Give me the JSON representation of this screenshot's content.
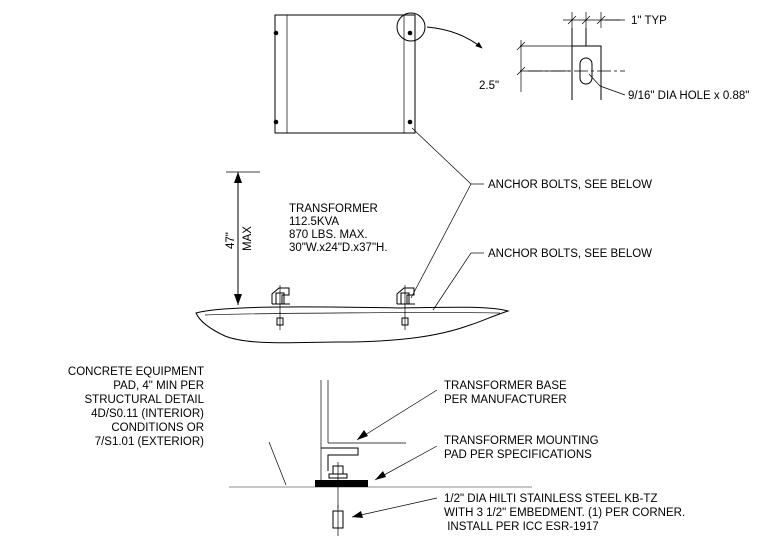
{
  "transformer": {
    "line1": "TRANSFORMER",
    "line2": "112.5KVA",
    "line3": "870 LBS. MAX.",
    "line4": "30\"W.x24\"D.x37\"H."
  },
  "dims": {
    "height": "47\"",
    "height_max": "MAX",
    "typ": "1\" TYP",
    "offset": "2.5\"",
    "hole": "9/16\" DIA HOLE x 0.88\""
  },
  "callouts": {
    "anchor_top": "ANCHOR BOLTS, SEE BELOW",
    "anchor_mid": "ANCHOR BOLTS, SEE BELOW",
    "pad": [
      "CONCRETE EQUIPMENT",
      "PAD, 4\" MIN PER",
      "STRUCTURAL DETAIL",
      "4D/S0.11 (INTERIOR)",
      "CONDITIONS OR",
      "7/S1.01 (EXTERIOR)"
    ],
    "base": [
      "TRANSFORMER BASE",
      "PER MANUFACTURER"
    ],
    "mounting": [
      "TRANSFORMER MOUNTING",
      "PAD PER SPECIFICATIONS"
    ],
    "bolt": [
      "1/2\" DIA HILTI STAINLESS STEEL KB-TZ",
      "WITH 3 1/2\" EMBEDMENT. (1) PER CORNER.",
      " INSTALL PER ICC ESR-1917"
    ]
  }
}
